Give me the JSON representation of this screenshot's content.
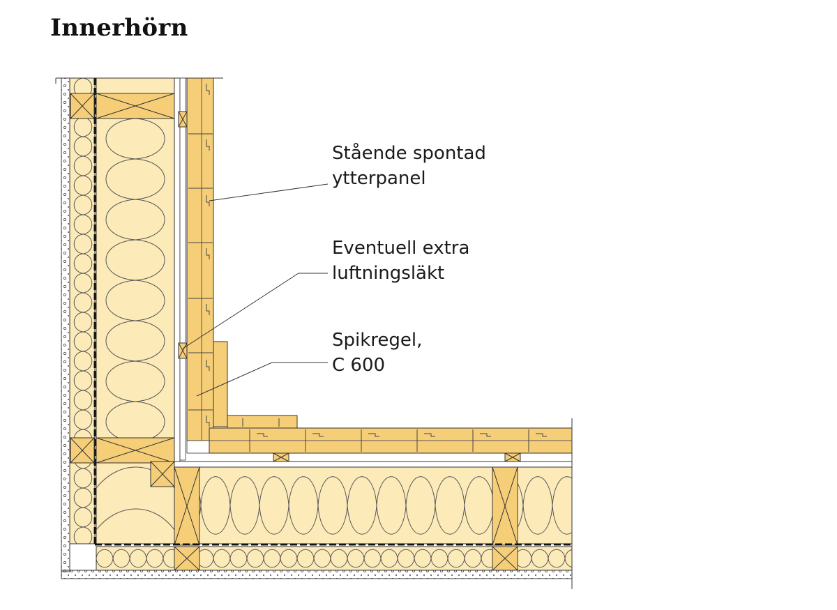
{
  "title": "Innerhörn",
  "labels": {
    "panel_line1": "Stående spontad",
    "panel_line2": "ytterpanel",
    "lath_line1": "Eventuell extra",
    "lath_line2": "luftningsläkt",
    "stud_line1": "Spikregel,",
    "stud_line2": "C 600"
  },
  "colors": {
    "wood": "#F6CE78",
    "insulation": "#FCEBB8",
    "board": "#FFFFFF",
    "line": "#333333"
  }
}
